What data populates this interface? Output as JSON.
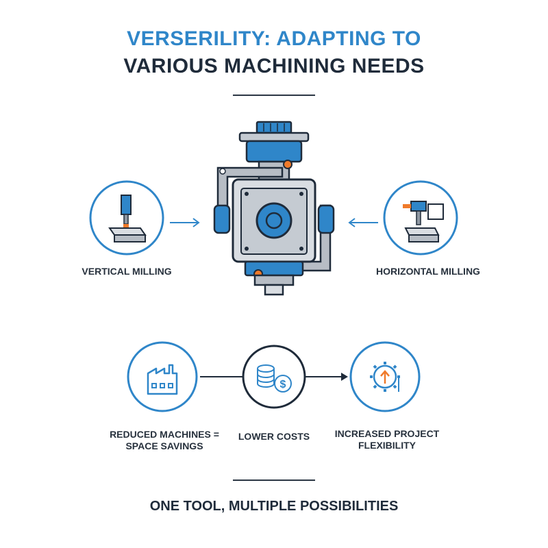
{
  "title": {
    "line1": "VERSERILITY: ADAPTING TO",
    "line2": "VARIOUS MACHINING NEEDS"
  },
  "modes": {
    "left_label": "VERTICAL MILLING",
    "right_label": "HORIZONTAL MILLING"
  },
  "benefits": [
    {
      "label": "REDUCED MACHINES =\nSPACE SAVINGS",
      "icon": "factory-icon"
    },
    {
      "label": "LOWER COSTS",
      "icon": "coins-dollar-icon"
    },
    {
      "label": "INCREASED PROJECT\nFLEXIBILITY",
      "icon": "gear-arrow-icon"
    }
  ],
  "footer": "ONE TOOL, MULTIPLE POSSIBILITIES",
  "colors": {
    "accent_blue": "#2f86c9",
    "dark": "#1f2b3a",
    "orange": "#f07a2a",
    "gray": "#8f98a3"
  }
}
